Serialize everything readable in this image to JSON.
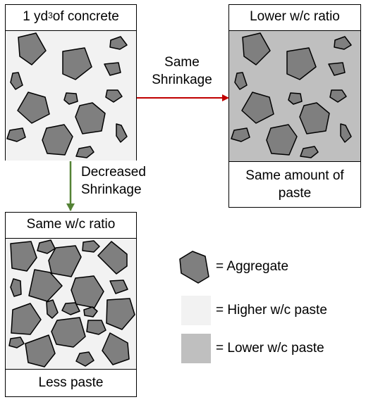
{
  "top_left": {
    "title_prefix": "1 yd",
    "title_sup": "3",
    "title_suffix": " of concrete"
  },
  "top_right": {
    "title": "Lower w/c ratio",
    "footer_line1": "Same amount of",
    "footer_line2": "paste"
  },
  "bottom_left": {
    "title": "Same w/c ratio",
    "footer": "Less paste"
  },
  "arrow_right": {
    "line1": "Same",
    "line2": "Shrinkage",
    "color": "#c00000"
  },
  "arrow_down": {
    "line1": "Decreased",
    "line2": "Shrinkage",
    "color": "#548235"
  },
  "legend": {
    "aggregate": "= Aggregate",
    "higher": "= Higher w/c paste",
    "lower": "= Lower w/c paste"
  },
  "colors": {
    "higher_paste": "#f2f2f2",
    "lower_paste": "#bfbfbf",
    "aggregate": "#7f7f7f"
  }
}
